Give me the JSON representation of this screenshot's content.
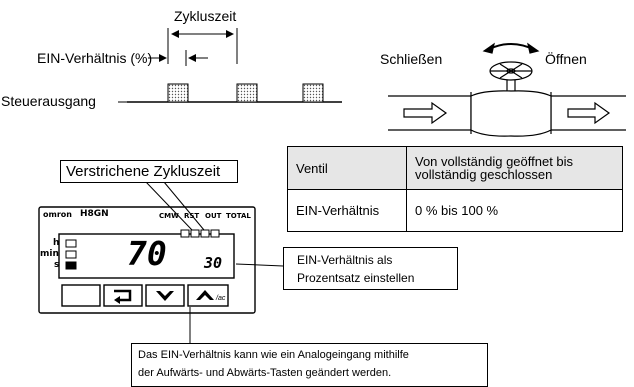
{
  "timing": {
    "cycle_label": "Zykluszeit",
    "on_ratio_label": "EIN-Verhältnis (%)",
    "output_label": "Steuerausgang"
  },
  "valve": {
    "close_label": "Schließen",
    "open_label": "Öffnen"
  },
  "table": {
    "header_left": "Ventil",
    "header_right_line1": "Von vollständig geöffnet bis",
    "header_right_line2": "vollständig geschlossen",
    "row_left": "EIN-Verhältnis",
    "row_right": "0 % bis 100 %"
  },
  "device": {
    "elapsed_label": "Verstrichene Zykluszeit",
    "brand": "omron",
    "model": "H8GN",
    "indicators": [
      "CMW",
      "RST",
      "OUT",
      "TOTAL"
    ],
    "unit_labels": [
      "h",
      "min",
      "s"
    ],
    "main_value": "70",
    "sub_value": "30",
    "key_sub_label": "/ac",
    "icons": [
      "mode-key-icon",
      "cycle-arrow-icon",
      "down-arrow-icon",
      "up-arrow-icon"
    ]
  },
  "callouts": {
    "set_percent_line1": "EIN-Verhältnis als",
    "set_percent_line2": "Prozentsatz einstellen",
    "bottom_line1": "Das EIN-Verhältnis kann wie ein Analogeingang mithilfe",
    "bottom_line2": "der Aufwärts- und Abwärts-Tasten geändert werden."
  }
}
